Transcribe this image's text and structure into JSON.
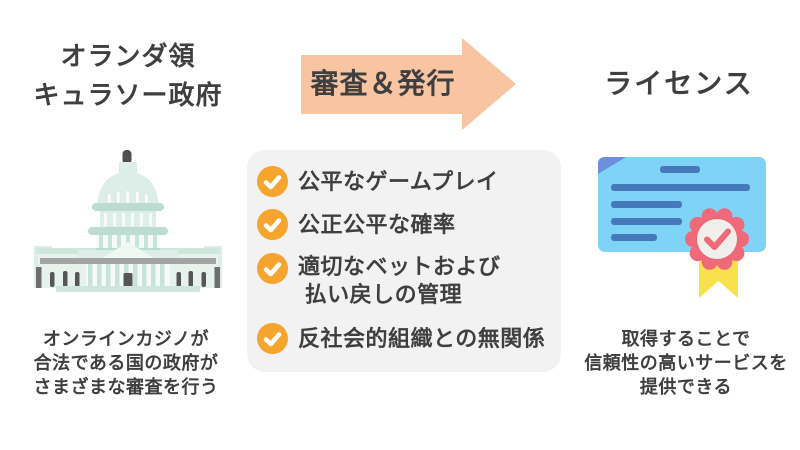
{
  "palette": {
    "text": "#3f3f3f",
    "arrow_peach": "#f8c4a2",
    "panel_gray": "#f2f2f3",
    "check_orange": "#f5a42d",
    "check_mark_white": "#ffffff",
    "building_mint_light": "#dceee7",
    "building_mint": "#c9e3d9",
    "building_mint_band": "#bcdccf",
    "building_gray": "#a3a3a3",
    "building_dark": "#565656",
    "card_blue": "#7ed3f6",
    "card_fold_blue": "#6e8fdc",
    "card_line_blue": "#4679ba",
    "badge_red": "#ef6a78",
    "badge_inner": "#f1efec",
    "ribbon_yellow": "#f8e14d"
  },
  "left_column": {
    "title": "オランダ領\nキュラソー政府",
    "illustration_icon": "capitol-building-icon",
    "caption": "オンラインカジノが\n合法である国の政府が\nさまざまな審査を行う"
  },
  "center_column": {
    "arrow_label": "審査＆発行",
    "checklist": {
      "items": [
        {
          "icon": "check-circle-icon",
          "text": "公平なゲームプレイ"
        },
        {
          "icon": "check-circle-icon",
          "text": "公正公平な確率"
        },
        {
          "icon": "check-circle-icon",
          "text": "適切なベットおよび\n 払い戻しの管理"
        },
        {
          "icon": "check-circle-icon",
          "text": "反社会的組織との無関係"
        }
      ]
    }
  },
  "right_column": {
    "title": "ライセンス",
    "illustration_icon": "license-certificate-icon",
    "caption": "取得することで\n信頼性の高いサービスを\n提供できる"
  }
}
